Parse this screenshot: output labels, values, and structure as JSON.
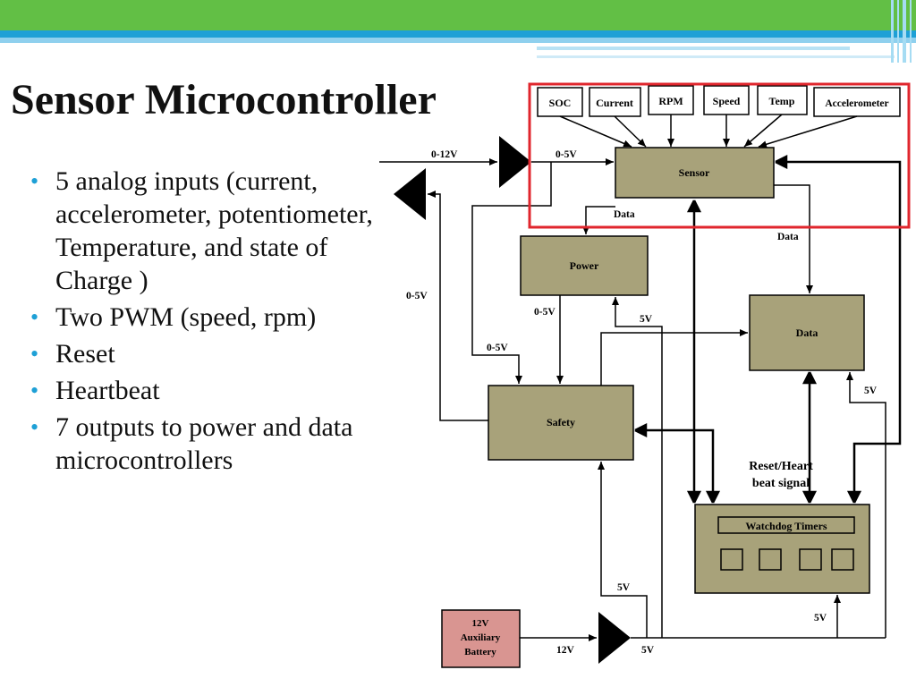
{
  "title": "Sensor Microcontroller",
  "bullets": [
    "5 analog inputs (current, accelerometer, potentiometer, Temperature, and state of Charge )",
    "Two PWM (speed, rpm)",
    "Reset",
    "Heartbeat",
    "7 outputs to power and data microcontrollers"
  ],
  "diagram": {
    "inputs": [
      "SOC",
      "Current",
      "RPM",
      "Speed",
      "Temp",
      "Accelerometer"
    ],
    "blocks": {
      "sensor": "Sensor",
      "power": "Power",
      "data": "Data",
      "safety": "Safety",
      "watchdog": "Watchdog Timers",
      "battery": [
        "12V",
        "Auxiliary",
        "Battery"
      ]
    },
    "labels": {
      "v0_12": "0-12V",
      "v0_5_top": "0-5V",
      "v0_5_left": "0-5V",
      "v0_5_power": "0-5V",
      "v0_5_safety": "0-5V",
      "data_left": "Data",
      "data_right": "Data",
      "v5_power": "5V",
      "v5_data": "5V",
      "v5_safety": "5V",
      "v5_watchdog": "5V",
      "v12_batt": "12V",
      "v5_batt": "5V",
      "reset_heart": [
        "Reset/Heart",
        "beat signal"
      ]
    },
    "colors": {
      "block_fill": "#a8a27a",
      "battery_fill": "#d99591",
      "highlight_border": "#e0262d"
    }
  }
}
